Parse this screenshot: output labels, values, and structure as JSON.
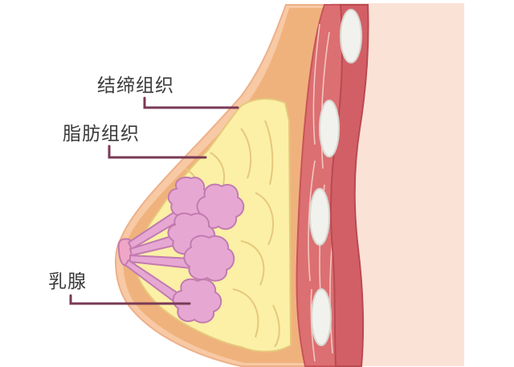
{
  "labels": {
    "connective": "结缔组织",
    "fat": "脂肪组织",
    "gland": "乳腺"
  },
  "colors": {
    "skin": "#fbe2d6",
    "outer_skin": "#f7c9a4",
    "connective": "#f0b27c",
    "fat": "#fbf0a6",
    "fat_outline": "#e6c87c",
    "muscle": "#dc6f72",
    "muscle_dark": "#c8545a",
    "rib": "#f1f1ed",
    "gland": "#e6a8d3",
    "gland_outline": "#c27bb0",
    "leader": "#7a3a56"
  }
}
